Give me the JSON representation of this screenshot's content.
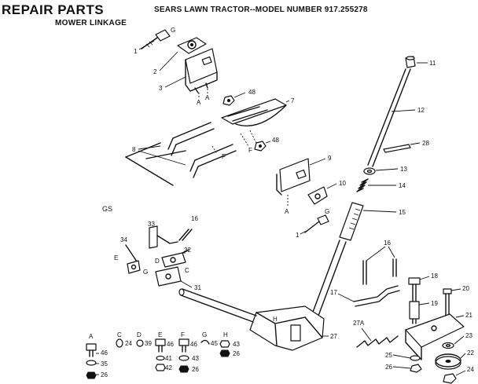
{
  "header": {
    "title": "REPAIR PARTS",
    "subtitle": "MOWER LINKAGE",
    "model_line": "SEARS LAWN TRACTOR--MODEL NUMBER 917.255278"
  },
  "diagram": {
    "section_label": "GS",
    "callouts": {
      "c1": "1",
      "c2": "2",
      "c3": "3",
      "c48a": "48",
      "c7": "7",
      "c8": "8",
      "c48b": "48",
      "c9": "9",
      "c10": "10",
      "c1b": "1",
      "c11": "11",
      "c12": "12",
      "c28": "28",
      "c13": "13",
      "c14": "14",
      "c15": "15",
      "c16a": "16",
      "c33": "33",
      "c34": "34",
      "c32": "32",
      "c31": "31",
      "c16b": "16",
      "c17": "17",
      "c18": "18",
      "c19": "19",
      "c20": "20",
      "c21": "21",
      "c23": "23",
      "c22": "22",
      "c24": "24",
      "c26b": "26",
      "c25": "25",
      "c27": "27",
      "c27a": "27A"
    },
    "letters": {
      "gTop": "G",
      "aTop1": "A",
      "aTop2": "A",
      "f1": "F",
      "f2": "F",
      "f3": "F",
      "a9": "A",
      "g10": "G",
      "e34": "E",
      "d32": "D",
      "g31": "G",
      "c32": "C",
      "h27": "H"
    },
    "hardware": {
      "A": {
        "label": "A",
        "parts": [
          "46",
          "35",
          "26"
        ]
      },
      "C": {
        "label": "C",
        "parts": [
          "24"
        ]
      },
      "D": {
        "label": "D",
        "parts": [
          "39"
        ]
      },
      "E": {
        "label": "E",
        "parts": [
          "46",
          "41",
          "42"
        ]
      },
      "F": {
        "label": "F",
        "parts": [
          "46",
          "43",
          "26"
        ]
      },
      "G": {
        "label": "G",
        "parts": [
          "45"
        ]
      },
      "H": {
        "label": "H",
        "parts": [
          "43",
          "26"
        ]
      }
    }
  }
}
